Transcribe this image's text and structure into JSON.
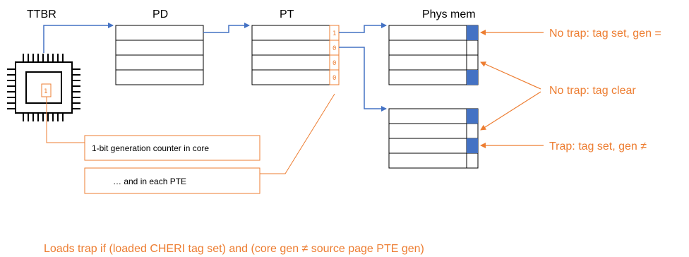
{
  "labels": {
    "ttbr": "TTBR",
    "pd": "PD",
    "pt": "PT",
    "phys_mem": "Phys mem"
  },
  "core_gen_bit": "1",
  "pte_gen_bits": [
    "1",
    "0",
    "0",
    "0"
  ],
  "annotations": {
    "no_trap_tag_set": "No trap: tag set, gen =",
    "no_trap_tag_clear": "No trap: tag clear",
    "trap_tag_set": "Trap: tag set, gen ≠",
    "core_counter_box": "1-bit generation counter in core",
    "pte_box": "… and in each PTE",
    "footer": "Loads trap if (loaded CHERI tag set) and (core gen ≠ source page PTE gen)"
  },
  "colors": {
    "arrow_blue": "#4472C4",
    "accent_orange": "#ED7D31",
    "tag_fill_blue": "#4472C4"
  }
}
